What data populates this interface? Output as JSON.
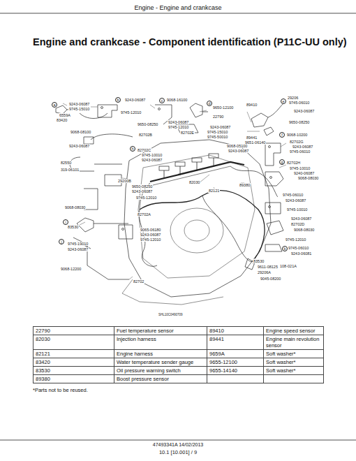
{
  "diagram": {
    "title": "Engine and crankcase - Component identification (P11C-UU only)",
    "labels": [
      "Engine - Engine and crankcase",
      "a",
      "9243-06087",
      "9745-15010",
      "6559A",
      "83420",
      "b",
      "9243-06087",
      "9745-12010",
      "c",
      "9068-16100",
      "d",
      "9650-12100",
      "22790",
      "9243-06087",
      "9745-12010",
      "82702E",
      "9243-06087",
      "9745-15010",
      "9745-50010",
      "89410",
      "89441",
      "9651-06140",
      "e",
      "29206",
      "9745-06010",
      "9243-06087",
      "9650-08250",
      "f",
      "9068-10200",
      "82702G",
      "9243-06087",
      "9745-06010",
      "g",
      "82702H",
      "9745-10010",
      "9240-06087",
      "9068-08030",
      "9068-08100",
      "9243-06087",
      "9650-08250",
      "82702B",
      "82550",
      "319-06101",
      "29200B",
      "9650-08250",
      "9243-06087",
      "9745-12010",
      "h",
      "82702C",
      "9745-10010",
      "9243-06087",
      "9068-08030",
      "82702A",
      "9068-05100",
      "9243-06087",
      "82030",
      "82121",
      "89380",
      "i",
      "83530",
      "9065-06180",
      "9243-06087",
      "9745-12010",
      "9745-06010",
      "9243-06087",
      "9745-10010",
      "9243-06087",
      "82702D",
      "9068-08030",
      "9745-12010",
      "j",
      "9745-19010",
      "9243-06087",
      "9068-12200",
      "82702",
      "k",
      "9745-06010",
      "9243-06081",
      "83530",
      "9611-08125",
      "29206A",
      "9045-08200",
      "108-021A",
      "SHL10C0490709",
      "22790",
      "Fuel temperature sensor",
      "89410",
      "Engine speed sensor",
      "82030",
      "Injection harness",
      "89441",
      "Engine main revolution sensor",
      "82121",
      "Engine harness",
      "9659A",
      "Soft washer*",
      "83420",
      "Water temperature sender gauge",
      "9655-12100",
      "Soft washer*",
      "83530",
      "Oil pressure warning switch",
      "9655-14140",
      "Soft washer*",
      "89380",
      "Boost pressure sensor",
      "*Parts not to be reused.",
      "47493341A 14/02/2013",
      "10.1 [10.001] / 9"
    ]
  }
}
